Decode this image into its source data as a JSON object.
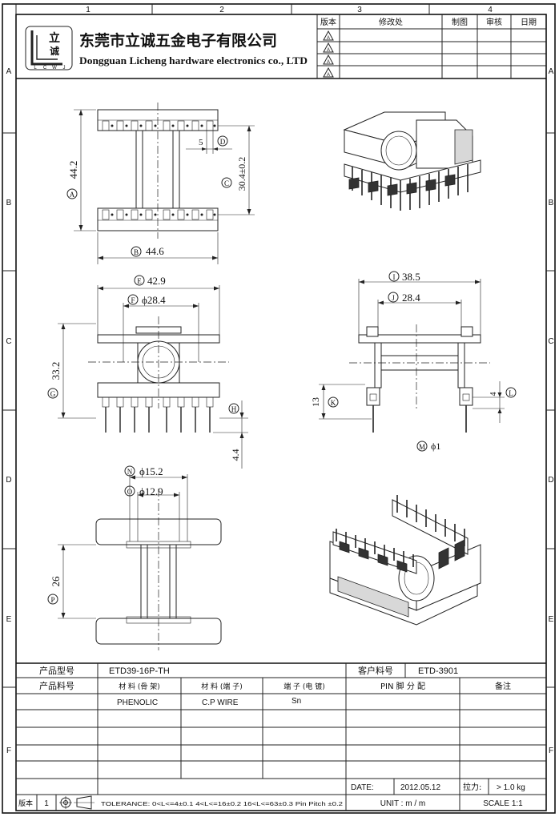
{
  "frame": {
    "col_labels": [
      "1",
      "2",
      "3",
      "4"
    ],
    "row_labels": [
      "A",
      "B",
      "C",
      "D",
      "E",
      "F"
    ]
  },
  "company": {
    "logo_chars": [
      "立",
      "诚"
    ],
    "logo_letters": [
      "L",
      "C",
      "W",
      "J"
    ],
    "name_cn": "东莞市立诚五金电子有限公司",
    "name_en": "Dongguan Licheng hardware electronics co., LTD"
  },
  "revision_table": {
    "headers": {
      "version": "版本",
      "change": "修改处",
      "drawn": "制图",
      "checked": "审核",
      "date": "日期"
    },
    "rows": [
      "A",
      "A",
      "A",
      "A"
    ]
  },
  "dimensions": {
    "A": "44.2",
    "B": "44.6",
    "C": "30.4±0.2",
    "D": "5",
    "E": "42.9",
    "F": "ϕ28.4",
    "G": "33.2",
    "H": "",
    "H_value": "4.4",
    "I": "38.5",
    "J": "28.4",
    "K": "13",
    "L": "4",
    "M": "ϕ1",
    "N": "ϕ15.2",
    "O": "ϕ12.9",
    "P": "26"
  },
  "dim_letters": [
    "A",
    "B",
    "C",
    "D",
    "E",
    "F",
    "G",
    "H",
    "I",
    "J",
    "K",
    "L",
    "M",
    "N",
    "O",
    "P"
  ],
  "title_block": {
    "product_model_label": "产品型号",
    "product_model_value": "ETD39-16P-TH",
    "customer_part_label": "客户料号",
    "customer_part_value": "ETD-3901",
    "product_part_label": "产品料号",
    "material_frame_label": "材 料 (骨 架)",
    "material_pin_label": "材 料 (端 子)",
    "plating_label": "端 子 (电 镀)",
    "pin_assign_label": "PIN 脚 分 配",
    "remark_label": "备注",
    "material_frame_value": "PHENOLIC",
    "material_pin_value": "C.P WIRE",
    "plating_value": "Sn",
    "date_label": "DATE:",
    "date_value": "2012.05.12",
    "tension_label": "拉力:",
    "tension_value": "> 1.0 kg",
    "version_label": "版本",
    "version_value": "1",
    "tolerance_text": "TOLERANCE: 0<L<=4±0.1  4<L<=16±0.2  16<L<=63±0.3  Pin Pitch  ±0.2",
    "unit_text": "UNIT : m / m",
    "scale_text": "SCALE   1:1"
  }
}
